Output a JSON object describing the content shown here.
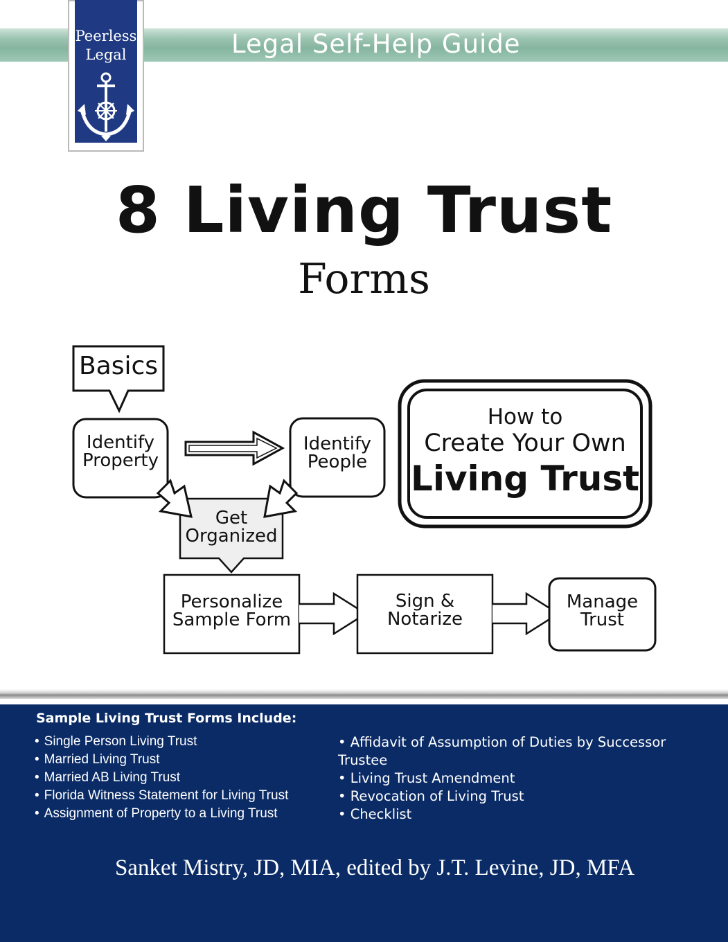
{
  "header": {
    "band_title": "Legal Self-Help Guide",
    "logo_line1": "Peerless",
    "logo_line2": "Legal"
  },
  "title": {
    "main": "8 Living Trust",
    "sub": "Forms"
  },
  "diagram": {
    "basics": "Basics",
    "identify_property": [
      "Identify",
      "Property"
    ],
    "identify_people": [
      "Identify",
      "People"
    ],
    "get_organized": [
      "Get",
      "Organized"
    ],
    "personalize": [
      "Personalize",
      "Sample Form"
    ],
    "sign": [
      "Sign &",
      "Notarize"
    ],
    "manage": [
      "Manage",
      "Trust"
    ],
    "howto": [
      "How to",
      "Create Your Own",
      "Living Trust"
    ]
  },
  "forms_list": {
    "heading": "Sample Living Trust Forms Include:",
    "left": [
      "Single Person Living Trust",
      "Married Living Trust",
      "Married AB Living Trust",
      "Florida Witness Statement for Living Trust",
      "Assignment of Property to a Living Trust"
    ],
    "right": [
      "Affidavit of Assumption of Duties by Successor",
      "Trustee",
      "Living Trust Amendment",
      "Revocation of Living Trust",
      "Checklist"
    ]
  },
  "authors": "Sanket Mistry, JD, MIA, edited by J.T. Levine, JD, MFA",
  "colors": {
    "band": "#85b59f",
    "logo_blue": "#1f3a82",
    "panel_blue": "#0a2b66"
  }
}
